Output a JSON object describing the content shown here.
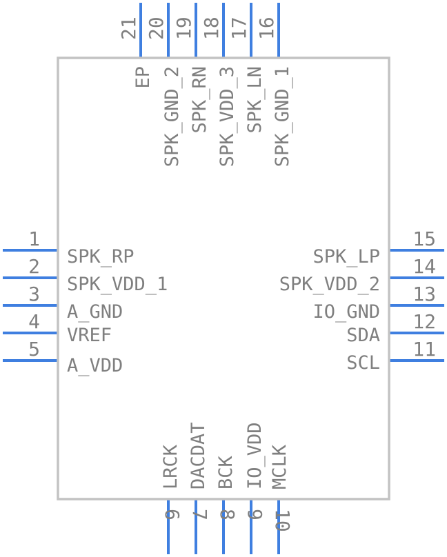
{
  "component": {
    "colors": {
      "pin": "#3f7fe0",
      "outline": "#c3c3c3",
      "text": "#7f7f7f"
    },
    "pins": [
      {
        "id": "p1",
        "number": "1",
        "label": "SPK_RP"
      },
      {
        "id": "p2",
        "number": "2",
        "label": "SPK_VDD_1"
      },
      {
        "id": "p3",
        "number": "3",
        "label": "A_GND"
      },
      {
        "id": "p4",
        "number": "4",
        "label": "VREF"
      },
      {
        "id": "p5",
        "number": "5",
        "label": "A_VDD"
      },
      {
        "id": "p6",
        "number": "6",
        "label": "LRCK"
      },
      {
        "id": "p7",
        "number": "7",
        "label": "DACDAT"
      },
      {
        "id": "p8",
        "number": "8",
        "label": "BCK"
      },
      {
        "id": "p9",
        "number": "9",
        "label": "IO_VDD"
      },
      {
        "id": "p10",
        "number": "10",
        "label": "MCLK"
      },
      {
        "id": "p11",
        "number": "11",
        "label": "SCL"
      },
      {
        "id": "p12",
        "number": "12",
        "label": "SDA"
      },
      {
        "id": "p13",
        "number": "13",
        "label": "IO_GND"
      },
      {
        "id": "p14",
        "number": "14",
        "label": "SPK_VDD_2"
      },
      {
        "id": "p15",
        "number": "15",
        "label": "SPK_LP"
      },
      {
        "id": "p16",
        "number": "16",
        "label": "SPK_GND_1"
      },
      {
        "id": "p17",
        "number": "17",
        "label": "SPK_LN"
      },
      {
        "id": "p18",
        "number": "18",
        "label": "SPK_VDD_3"
      },
      {
        "id": "p19",
        "number": "19",
        "label": "SPK_RN"
      },
      {
        "id": "p20",
        "number": "20",
        "label": "SPK_GND_2"
      },
      {
        "id": "p21",
        "number": "21",
        "label": "EP"
      }
    ]
  }
}
